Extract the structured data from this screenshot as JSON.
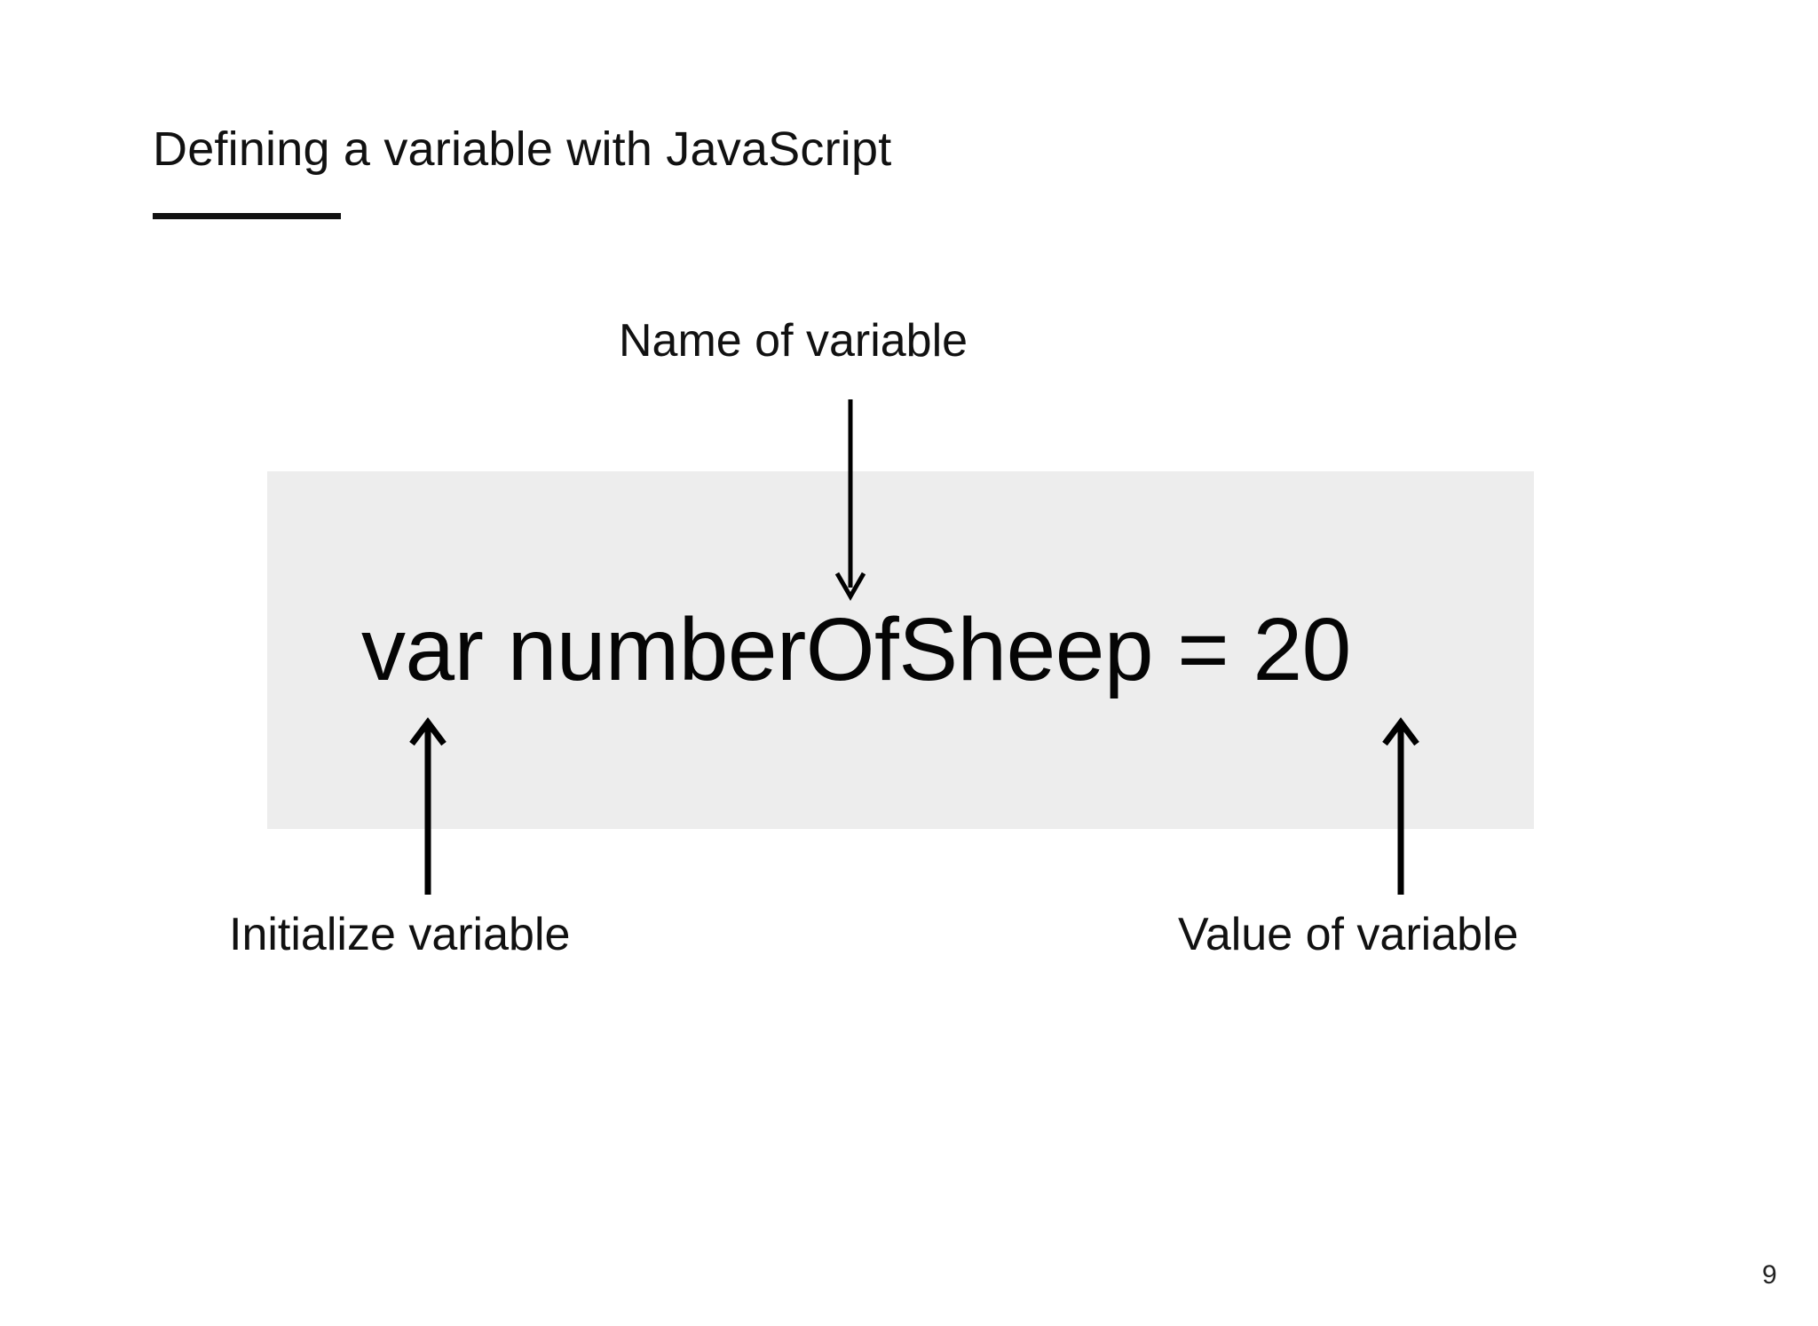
{
  "slide": {
    "title": "Defining a variable with JavaScript",
    "page_number": "9",
    "background_color": "#ffffff",
    "text_color": "#111111",
    "accent_underline_color": "#111111"
  },
  "code_block": {
    "text": "var numberOfSheep = 20",
    "background_color": "#ededed"
  },
  "annotations": [
    {
      "label": "Name of variable",
      "icon": "arrow-down-icon",
      "direction": "down",
      "target": "numberOfSheep"
    },
    {
      "label": "Initialize variable",
      "icon": "arrow-up-icon",
      "direction": "up",
      "target": "var"
    },
    {
      "label": "Value of variable",
      "icon": "arrow-up-icon",
      "direction": "up",
      "target": "20"
    }
  ]
}
